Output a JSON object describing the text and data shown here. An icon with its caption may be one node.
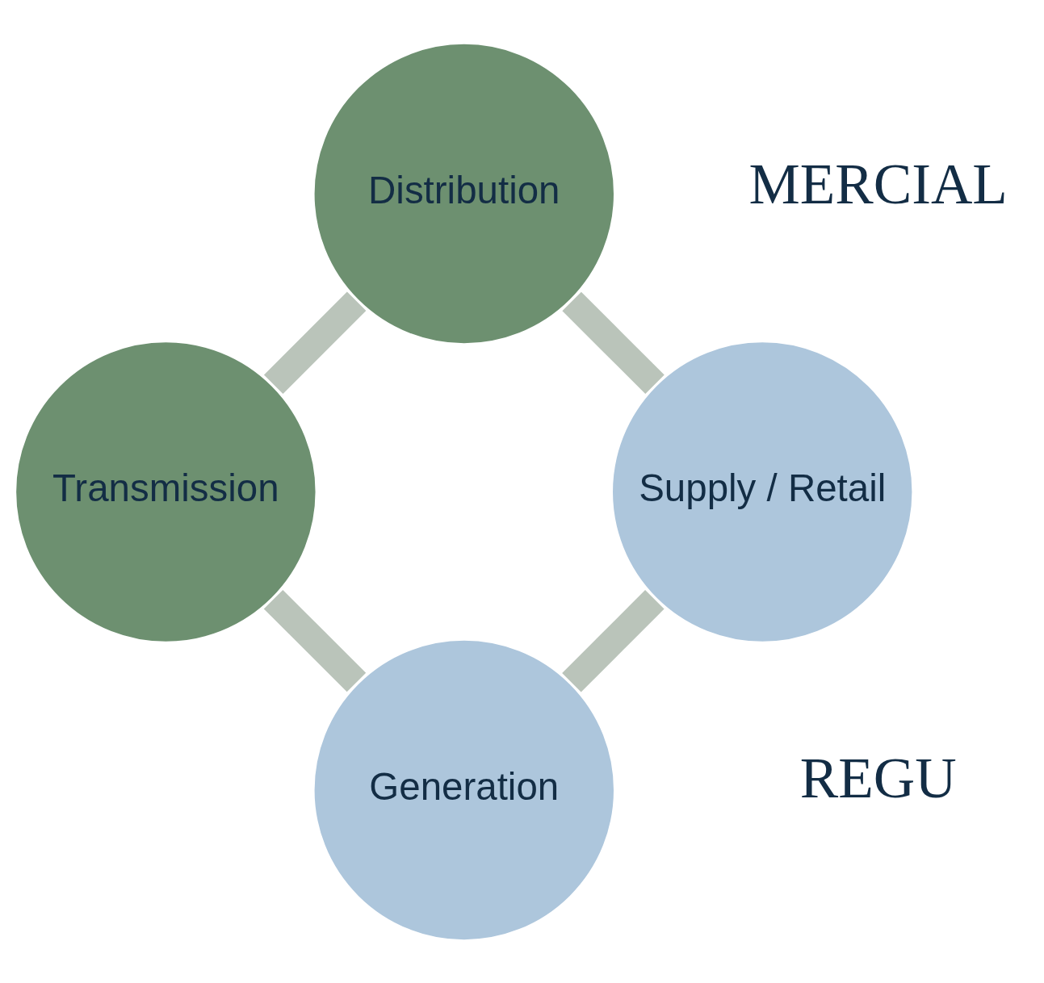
{
  "diagram": {
    "nodes": [
      {
        "text": [
          "Generation"
        ]
      },
      {
        "text": [
          "Transmission"
        ]
      },
      {
        "text": [
          "Distribution"
        ]
      },
      {
        "text": [
          "Supply / Retail"
        ]
      }
    ],
    "edges": [
      {
        "from": 0,
        "to": 1,
        "arrow": "none"
      },
      {
        "from": 1,
        "to": 2,
        "arrow": "none"
      },
      {
        "from": 2,
        "to": 3,
        "arrow": "none"
      },
      {
        "from": 3,
        "to": 0,
        "arrow": "none"
      }
    ],
    "labels": [
      "MERCIAL",
      "REGU"
    ]
  }
}
